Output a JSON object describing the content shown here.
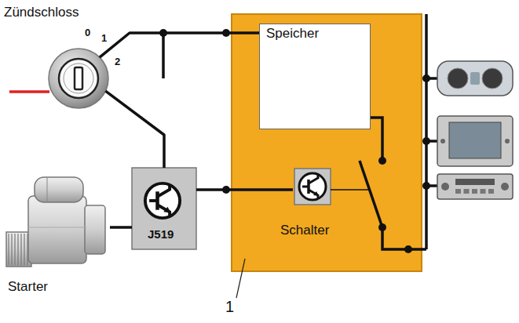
{
  "diagram": {
    "nodes": [
      {
        "text": [
          "Zündschloss"
        ]
      },
      {
        "text": [
          "Starter"
        ]
      },
      {
        "text": [
          "J519"
        ]
      },
      {
        "text": [
          "1"
        ]
      },
      {
        "text": [
          "Speicher"
        ],
        "in": 3
      },
      {
        "text": [
          "Schalter"
        ],
        "in": 3
      }
    ],
    "edges": [
      {
        "from": 0,
        "to": 4,
        "arrow": "none"
      },
      {
        "from": 0,
        "to": 2,
        "arrow": "none"
      },
      {
        "from": 2,
        "to": 1,
        "arrow": "none"
      },
      {
        "from": 2,
        "to": 5,
        "arrow": "none"
      }
    ],
    "labels": [
      "0",
      "1",
      "2"
    ]
  }
}
